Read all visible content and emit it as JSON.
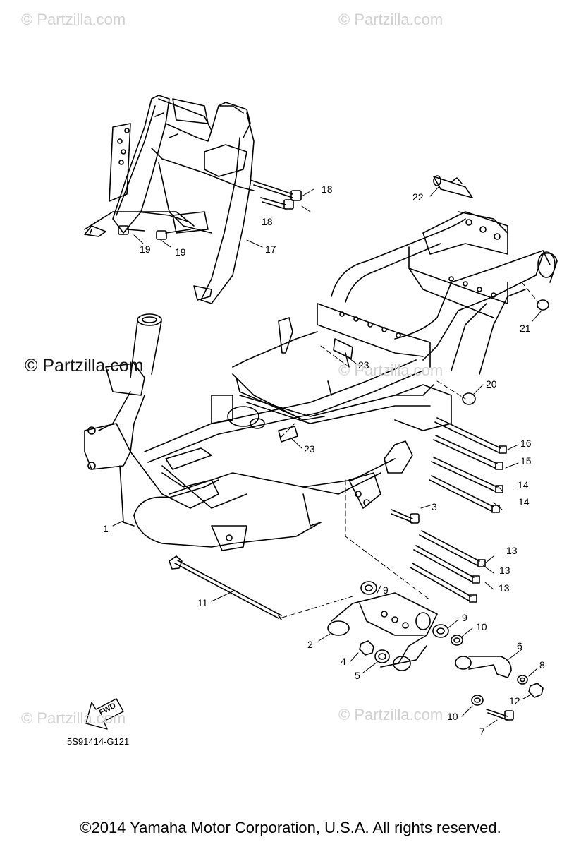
{
  "watermarks": {
    "tl": "© Partzilla.com",
    "tr": "© Partzilla.com",
    "mid": "© Partzilla.com",
    "ml": "© Partzilla.com",
    "bl": "© Partzilla.com",
    "br": "© Partzilla.com"
  },
  "callouts": {
    "c1": "1",
    "c2": "2",
    "c3": "3",
    "c4": "4",
    "c5": "5",
    "c6": "6",
    "c7": "7",
    "c8": "8",
    "c9a": "9",
    "c9b": "9",
    "c10a": "10",
    "c10b": "10",
    "c11": "11",
    "c12": "12",
    "c13a": "13",
    "c13b": "13",
    "c13c": "13",
    "c14a": "14",
    "c14b": "14",
    "c15": "15",
    "c16": "16",
    "c17": "17",
    "c18a": "18",
    "c18b": "18",
    "c19a": "19",
    "c19b": "19",
    "c20": "20",
    "c21": "21",
    "c22": "22",
    "c23a": "23",
    "c23b": "23"
  },
  "fwd_label": "FWD",
  "part_code": "5S91414-G121",
  "copyright": "©2014 Yamaha Motor Corporation, U.S.A. All rights reserved.",
  "colors": {
    "line": "#000000",
    "watermark": "#d0d0d0",
    "background": "#ffffff"
  }
}
